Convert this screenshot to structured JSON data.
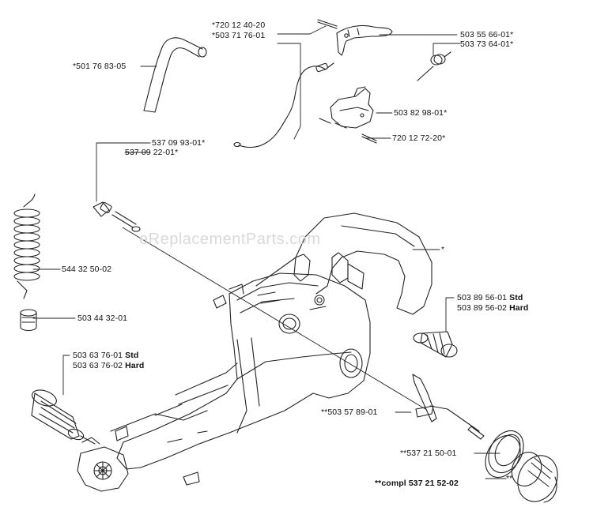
{
  "labels": {
    "hose": "*501 76 83-05",
    "tag_a": "*720 12 40-20",
    "tag_b": "*503 71 76-01",
    "trigger_a": "503 55 66-01*",
    "trigger_b": "503 73 64-01*",
    "lockout": "503 82 98-01*",
    "pin": "720 12 72-20*",
    "cable_a": "537 09 93-01*",
    "cable_b": "537 09 22-01*",
    "spring": "544 32 50-02",
    "filter": "503 44 32-01",
    "front_buffer_std_num": "503 63 76-01",
    "front_buffer_std_tag": "Std",
    "front_buffer_hard_num": "503 63 76-02",
    "front_buffer_hard_tag": "Hard",
    "rear_buffer_std_num": "503 89 56-01",
    "rear_buffer_std_tag": "Std",
    "rear_buffer_hard_num": "503 89 56-02",
    "rear_buffer_hard_tag": "Hard",
    "housing": "*",
    "strap": "**503 57 89-01",
    "gasket": "**537 21 50-01",
    "cap_star": "**",
    "compl_prefix": "**compl",
    "compl_num": "537 21 52-02"
  },
  "watermark": "eReplacementParts.com"
}
